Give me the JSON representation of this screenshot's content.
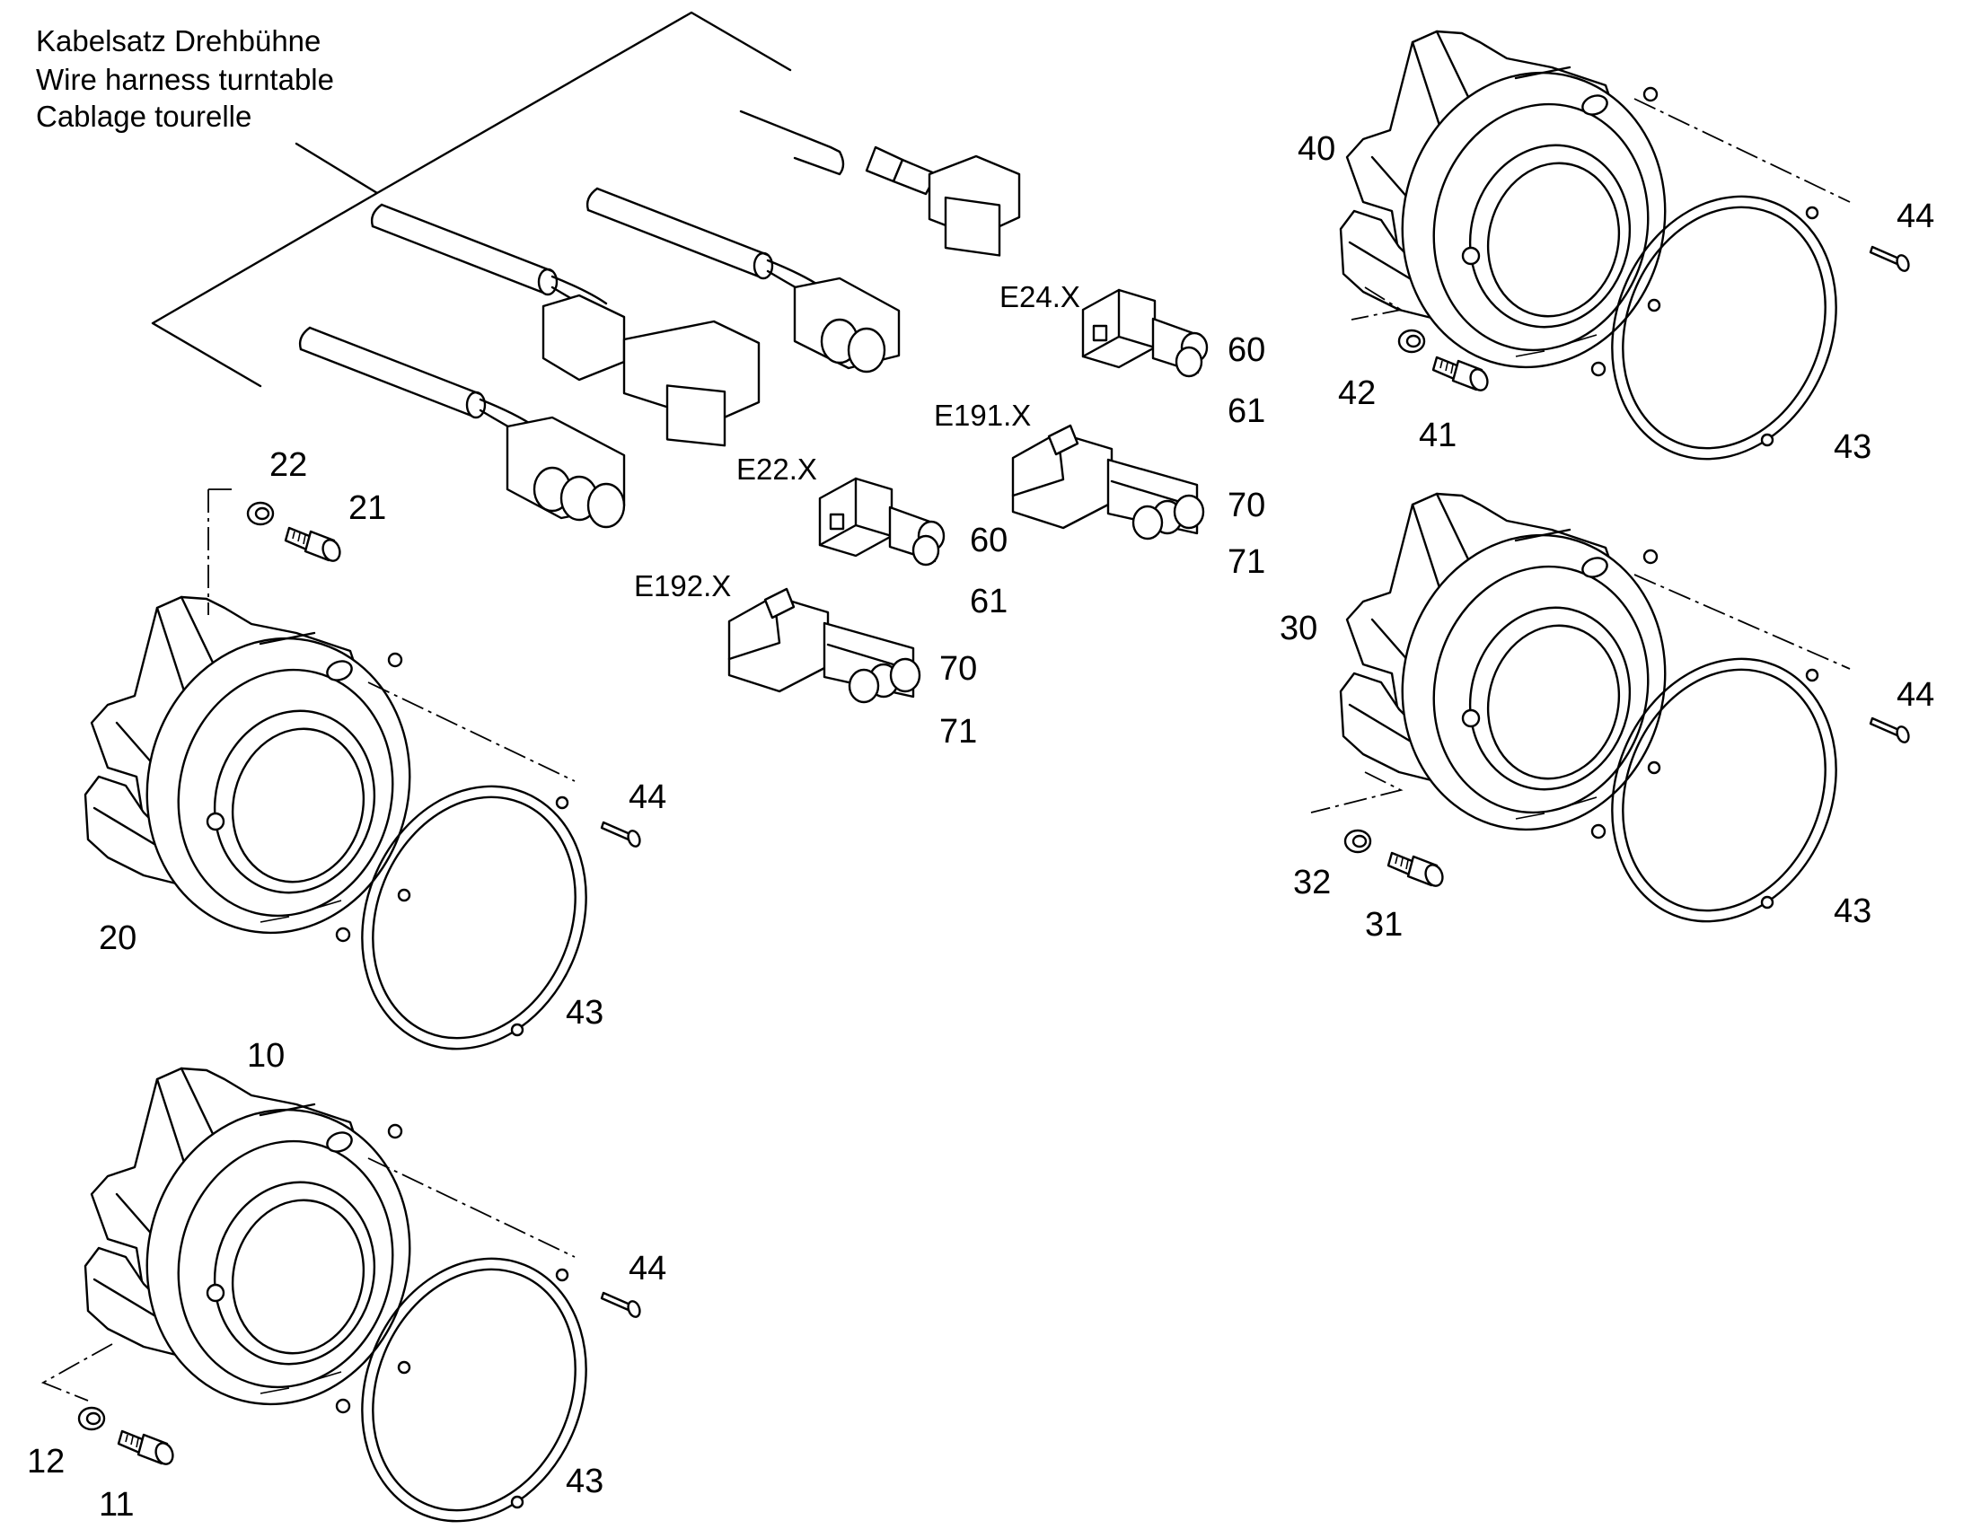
{
  "title": {
    "lines": [
      "Kabelsatz Drehbühne",
      "Wire harness turntable",
      "Cablage tourelle"
    ]
  },
  "connectors": {
    "e24": "E24.X",
    "e191": "E191.X",
    "e22": "E22.X",
    "e192": "E192.X"
  },
  "callouts": {
    "c10": "10",
    "c11": "11",
    "c12": "12",
    "c20": "20",
    "c21": "21",
    "c22": "22",
    "c30": "30",
    "c31": "31",
    "c32": "32",
    "c40": "40",
    "c41": "41",
    "c42": "42",
    "c43a": "43",
    "c43b": "43",
    "c43c": "43",
    "c43d": "43",
    "c44a": "44",
    "c44b": "44",
    "c44c": "44",
    "c44d": "44",
    "c60a": "60",
    "c61a": "61",
    "c60b": "60",
    "c61b": "61",
    "c70a": "70",
    "c71a": "71",
    "c70b": "70",
    "c71b": "71"
  }
}
